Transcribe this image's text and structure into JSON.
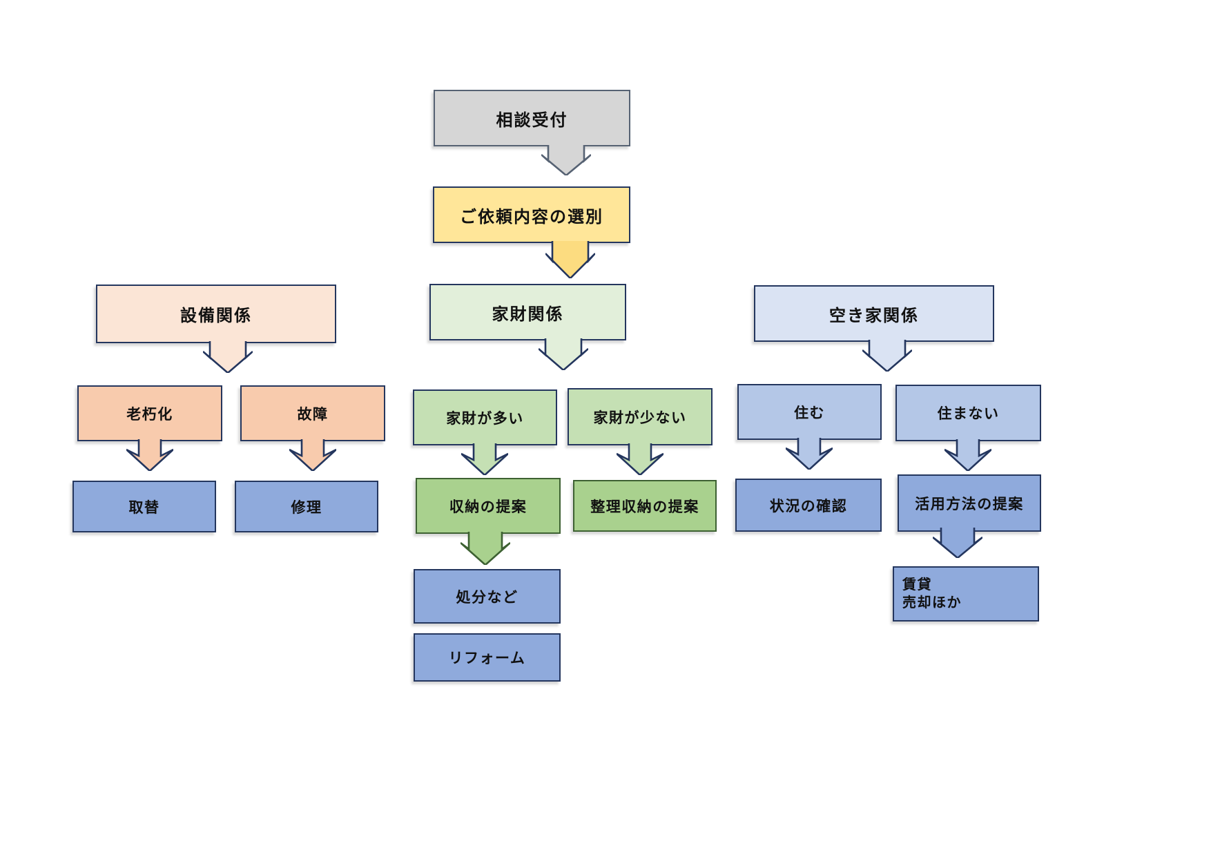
{
  "palette": {
    "canvas-bg": "#ffffff",
    "gray": "#d6d6d6",
    "yellow-box": "#ffe699",
    "yellow-arrow": "#fcdc80",
    "peach-light": "#fbe5d6",
    "peach": "#f8cbad",
    "green-light": "#e2efda",
    "green-mid": "#c5e0b4",
    "green": "#a9d18e",
    "blue-light": "#dae3f3",
    "blue-mid": "#b4c7e7",
    "blue": "#8faadc",
    "border-navy": "#24365e",
    "border-green": "#3d6132",
    "border-gray": "#566273",
    "text": "#111111"
  },
  "flowchart": {
    "nodes": {
      "consult": {
        "label": "相談受付"
      },
      "triage": {
        "label": "ご依頼内容の選別"
      },
      "equipment": {
        "label": "設備関係"
      },
      "household": {
        "label": "家財関係"
      },
      "vacant": {
        "label": "空き家関係"
      },
      "aging": {
        "label": "老朽化"
      },
      "breakdown": {
        "label": "故障"
      },
      "many_items": {
        "label": "家財が多い"
      },
      "few_items": {
        "label": "家財が少ない"
      },
      "live": {
        "label": "住む"
      },
      "not_live": {
        "label": "住まない"
      },
      "replace": {
        "label": "取替"
      },
      "repair": {
        "label": "修理"
      },
      "storage_proposal": {
        "label": "収納の提案"
      },
      "organize_proposal": {
        "label": "整理収納の提案"
      },
      "status_check": {
        "label": "状況の確認"
      },
      "usage_proposal": {
        "label": "活用方法の提案"
      },
      "disposal": {
        "label": "処分など"
      },
      "reform": {
        "label": "リフォーム"
      },
      "rent_sell": {
        "lines": [
          "賃貸",
          "売却ほか"
        ]
      }
    },
    "connections": [
      {
        "from": "consult",
        "to": [
          "triage"
        ]
      },
      {
        "from": "triage",
        "to": [
          "household"
        ]
      },
      {
        "from": "equipment",
        "to": [
          "aging",
          "breakdown"
        ]
      },
      {
        "from": "household",
        "to": [
          "many_items",
          "few_items"
        ]
      },
      {
        "from": "vacant",
        "to": [
          "live",
          "not_live"
        ]
      },
      {
        "from": "aging",
        "to": [
          "replace"
        ]
      },
      {
        "from": "breakdown",
        "to": [
          "repair"
        ]
      },
      {
        "from": "many_items",
        "to": [
          "storage_proposal"
        ]
      },
      {
        "from": "few_items",
        "to": [
          "organize_proposal"
        ]
      },
      {
        "from": "live",
        "to": [
          "status_check"
        ]
      },
      {
        "from": "not_live",
        "to": [
          "usage_proposal"
        ]
      },
      {
        "from": "storage_proposal",
        "to": [
          "disposal"
        ]
      },
      {
        "from": "usage_proposal",
        "to": [
          "rent_sell"
        ]
      }
    ]
  }
}
